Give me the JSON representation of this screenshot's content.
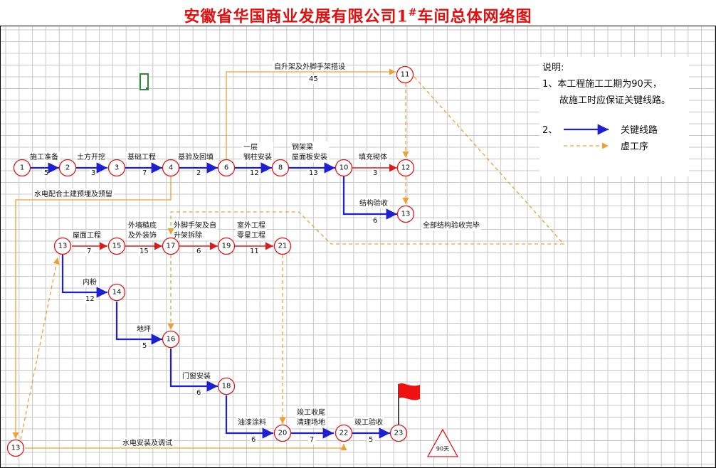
{
  "title": {
    "main": "安徽省华国商业发展有限公司1",
    "sup": "#",
    "tail": "车间总体网络图"
  },
  "colors": {
    "critical": "#1f1fd2",
    "normal": "#e01818",
    "dummy": "#f0a030",
    "node_stroke": "#e01818",
    "title": "#e01010"
  },
  "nodes": [
    {
      "id": "n1",
      "label": "1"
    },
    {
      "id": "n2",
      "label": "2"
    },
    {
      "id": "n3",
      "label": "3"
    },
    {
      "id": "n4",
      "label": "4"
    },
    {
      "id": "n6",
      "label": "6"
    },
    {
      "id": "n8",
      "label": "8"
    },
    {
      "id": "n10",
      "label": "10"
    },
    {
      "id": "n11",
      "label": "11"
    },
    {
      "id": "n12",
      "label": "12"
    },
    {
      "id": "n13a",
      "label": "13"
    },
    {
      "id": "n13b",
      "label": "13"
    },
    {
      "id": "n13c",
      "label": "13"
    },
    {
      "id": "n14",
      "label": "14"
    },
    {
      "id": "n15",
      "label": "15"
    },
    {
      "id": "n16",
      "label": "16"
    },
    {
      "id": "n17",
      "label": "17"
    },
    {
      "id": "n18",
      "label": "18"
    },
    {
      "id": "n19",
      "label": "19"
    },
    {
      "id": "n20",
      "label": "20"
    },
    {
      "id": "n21",
      "label": "21"
    },
    {
      "id": "n22",
      "label": "22"
    },
    {
      "id": "n23",
      "label": "23"
    }
  ],
  "activities": [
    {
      "from": "n1",
      "to": "n2",
      "name": "施工准备",
      "duration": "5",
      "type": "critical"
    },
    {
      "from": "n2",
      "to": "n3",
      "name": "土方开挖",
      "duration": "3",
      "type": "critical"
    },
    {
      "from": "n3",
      "to": "n4",
      "name": "基础工程",
      "duration": "7",
      "type": "critical"
    },
    {
      "from": "n4",
      "to": "n6",
      "name": "基验及回填",
      "duration": "2",
      "type": "critical"
    },
    {
      "from": "n6",
      "to": "n8",
      "name": "一层|钢柱安装",
      "duration": "12",
      "type": "critical"
    },
    {
      "from": "n8",
      "to": "n10",
      "name": "钢架梁|屋面板安装",
      "duration": "13",
      "type": "critical"
    },
    {
      "from": "n10",
      "to": "n12",
      "name": "填充砌体",
      "duration": "3",
      "type": "normal"
    },
    {
      "from": "n10",
      "to": "n13a",
      "name": "结构验收",
      "duration": "6",
      "type": "critical"
    },
    {
      "from": "n6",
      "to": "n11",
      "name": "自升架及外脚手架搭设",
      "duration": "45",
      "type": "dummy"
    },
    {
      "from": "n13b",
      "to": "n15",
      "name": "屋面工程",
      "duration": "7",
      "type": "normal"
    },
    {
      "from": "n15",
      "to": "n17",
      "name": "外墙糙底|及外装饰",
      "duration": "15",
      "type": "normal"
    },
    {
      "from": "n17",
      "to": "n19",
      "name": "外脚手架及自|升架拆除",
      "duration": "6",
      "type": "normal"
    },
    {
      "from": "n19",
      "to": "n21",
      "name": "室外工程|零星工程",
      "duration": "11",
      "type": "normal"
    },
    {
      "from": "n13b",
      "to": "n14",
      "name": "内粉",
      "duration": "12",
      "type": "critical"
    },
    {
      "from": "n14",
      "to": "n16",
      "name": "地坪",
      "duration": "5",
      "type": "critical"
    },
    {
      "from": "n16",
      "to": "n18",
      "name": "门窗安装",
      "duration": "6",
      "type": "critical"
    },
    {
      "from": "n18",
      "to": "n20",
      "name": "油漆涂料",
      "duration": "6",
      "type": "critical"
    },
    {
      "from": "n20",
      "to": "n22",
      "name": "竣工收尾|清理场地",
      "duration": "7",
      "type": "critical"
    },
    {
      "from": "n22",
      "to": "n23",
      "name": "竣工验收",
      "duration": "5",
      "type": "critical"
    },
    {
      "from": "n4",
      "to": "n13c",
      "name": "水电配合土建预埋及预留",
      "duration": "",
      "type": "dummy"
    },
    {
      "from": "n13c",
      "to": "n22",
      "name": "水电安装及调试",
      "duration": "",
      "type": "dummy"
    }
  ],
  "labels": {
    "structure_done": "全部结构验收完毕",
    "milestone": "90天"
  },
  "legend": {
    "heading": "说明:",
    "line1": "1、本工程施工工期为90天，",
    "line2": "故施工时应保证关键线路。",
    "num2": "2、",
    "critical": "关键线路",
    "dummy": "虚工序"
  }
}
